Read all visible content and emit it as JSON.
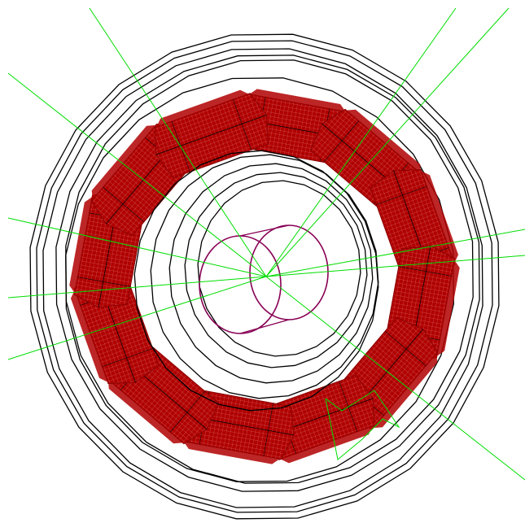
{
  "scene": {
    "colors": {
      "background": "#ffffff",
      "wireframe": "#000000",
      "coil_fill": "#b00000",
      "coil_mesh": "#8a0000",
      "ray": "#00dd00",
      "beampipe": "#880055"
    },
    "coil_count": 12,
    "ray_count": 10,
    "structure": [
      "outer-cryostat-rings",
      "toroid-coil-array",
      "inner-bore-rings",
      "beam-pipe-cylinders",
      "particle-track-rays"
    ]
  }
}
